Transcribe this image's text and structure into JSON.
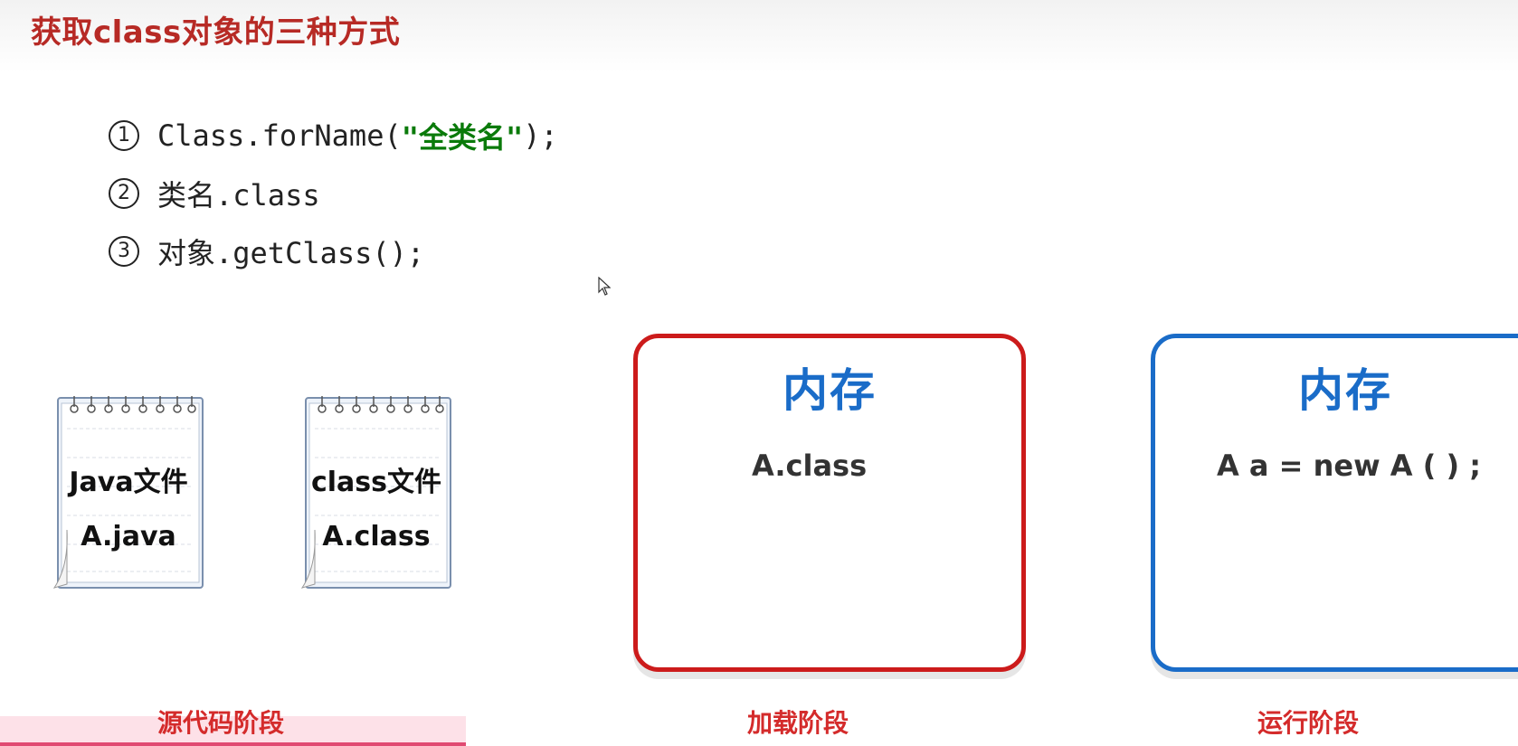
{
  "header": {
    "title": "获取class对象的三种方式"
  },
  "methods": [
    {
      "num": "1",
      "code_before": "Class.forName(",
      "code_string": "\"全类名\"",
      "code_after": ");"
    },
    {
      "num": "2",
      "code_before": "类名.class",
      "code_string": "",
      "code_after": ""
    },
    {
      "num": "3",
      "code_before": "对象.getClass();",
      "code_string": "",
      "code_after": ""
    }
  ],
  "notebooks": [
    {
      "label": "Java文件",
      "file": "A.java"
    },
    {
      "label": "class文件",
      "file": "A.class"
    }
  ],
  "memory_boxes": [
    {
      "title": "内存",
      "content": "A.class",
      "border_color": "#cc1b1b"
    },
    {
      "title": "内存",
      "content": "A a =  new A ( ) ;",
      "border_color": "#1a6cc8"
    }
  ],
  "stages": [
    {
      "label": "源代码阶段"
    },
    {
      "label": "加载阶段"
    },
    {
      "label": "运行阶段"
    }
  ],
  "colors": {
    "title": "#b72a25",
    "stage": "#d42b2b",
    "memory_title": "#1a6cc8",
    "string_literal": "#0a7a0a"
  }
}
